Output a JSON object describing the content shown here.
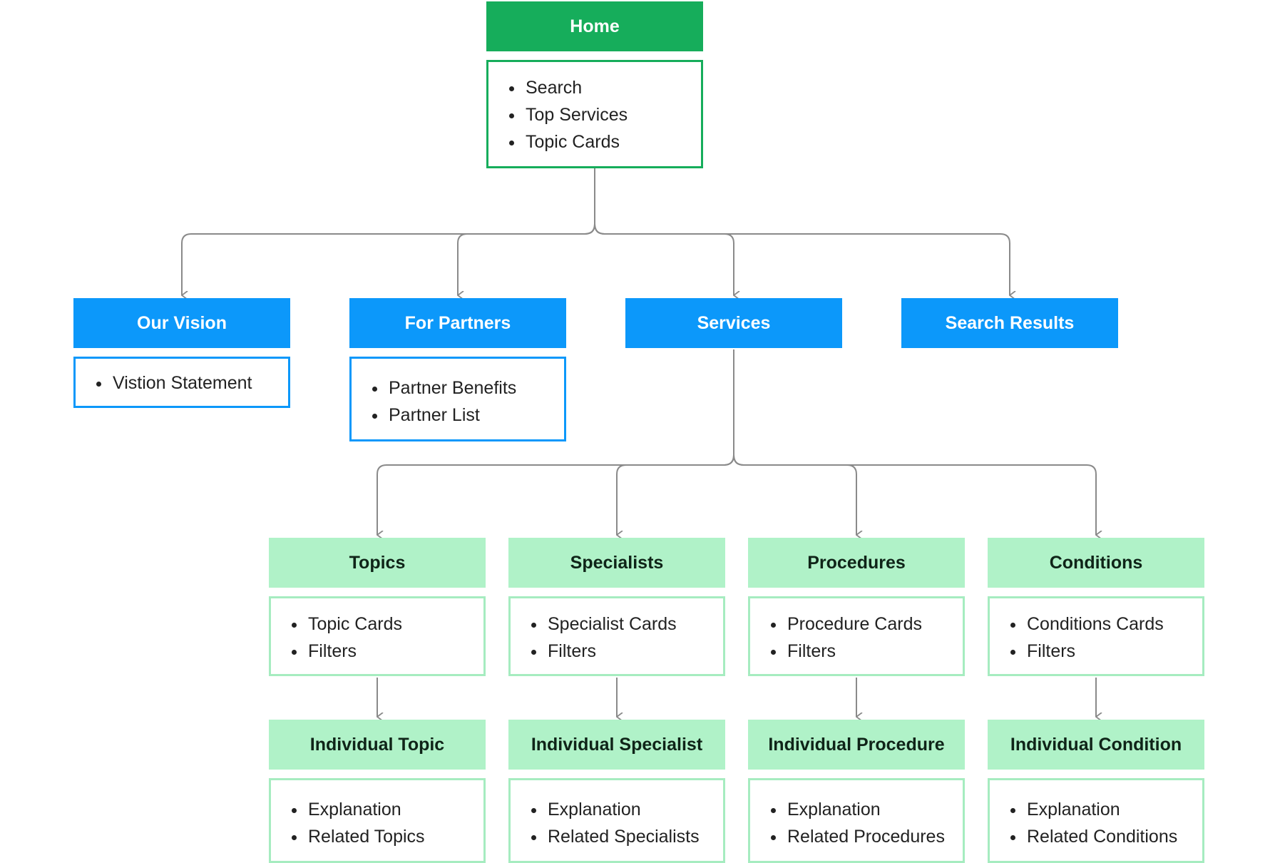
{
  "colors": {
    "root": "#16ad5b",
    "level1": "#0c98fa",
    "level2_fill": "#b0f2c8",
    "level2_border": "#a6ecc0",
    "connector": "#8a8a8a"
  },
  "home": {
    "title": "Home",
    "items": [
      "Search",
      "Top Services",
      "Topic Cards"
    ]
  },
  "our_vision": {
    "title": "Our Vision",
    "items": [
      "Vistion Statement"
    ]
  },
  "for_partners": {
    "title": "For Partners",
    "items": [
      "Partner Benefits",
      "Partner List"
    ]
  },
  "services": {
    "title": "Services"
  },
  "search_results": {
    "title": "Search Results"
  },
  "topics": {
    "title": "Topics",
    "items": [
      "Topic Cards",
      "Filters"
    ]
  },
  "specialists": {
    "title": "Specialists",
    "items": [
      "Specialist Cards",
      "Filters"
    ]
  },
  "procedures": {
    "title": "Procedures",
    "items": [
      "Procedure Cards",
      "Filters"
    ]
  },
  "conditions": {
    "title": "Conditions",
    "items": [
      "Conditions Cards",
      "Filters"
    ]
  },
  "individual_topic": {
    "title": "Individual Topic",
    "items": [
      "Explanation",
      "Related Topics"
    ]
  },
  "individual_specialist": {
    "title": "Individual Specialist",
    "items": [
      "Explanation",
      "Related Specialists"
    ]
  },
  "individual_procedure": {
    "title": "Individual Procedure",
    "items": [
      "Explanation",
      "Related Procedures"
    ]
  },
  "individual_condition": {
    "title": "Individual Condition",
    "items": [
      "Explanation",
      "Related Conditions"
    ]
  }
}
